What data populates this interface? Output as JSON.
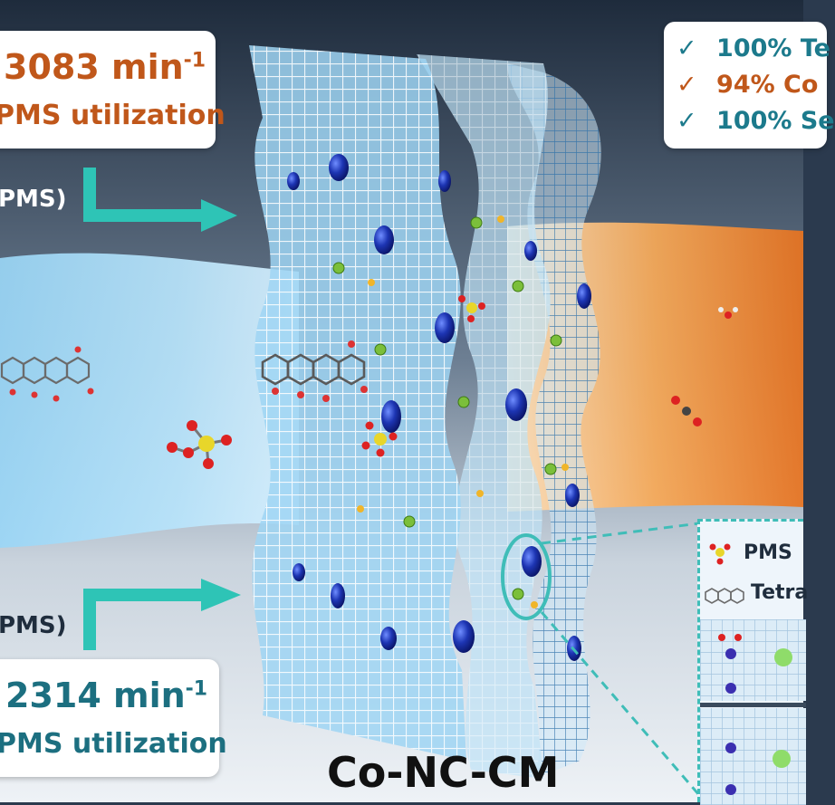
{
  "top_left_card": {
    "rate": "3083 min",
    "rate_exp": "-1",
    "subtitle": "PMS utilization"
  },
  "bottom_left_card": {
    "rate": "2314 min",
    "rate_exp": "-1",
    "subtitle": "PMS utilization"
  },
  "top_side_label": "PMS)",
  "bottom_side_label": "PMS)",
  "checklist": [
    {
      "mark": "✓",
      "text": "100% Te",
      "color": "#1c7a8c",
      "mark_color": "#1c7a8c"
    },
    {
      "mark": "✓",
      "text": "94%  Co",
      "color": "#c0571a",
      "mark_color": "#c0571a"
    },
    {
      "mark": "✓",
      "text": "100% Se",
      "color": "#1c7a8c",
      "mark_color": "#1c7a8c"
    }
  ],
  "membrane_label": "Co-NC-CM",
  "inset_legend": [
    {
      "text": "PMS"
    },
    {
      "text": "Tetra"
    }
  ],
  "colors": {
    "orange_text": "#c0571a",
    "teal_arrow": "#2ec4b6",
    "cobalt": "#1b2f9e",
    "membrane": "#8fd0f2",
    "flow_blue": "#7fc6ee",
    "flow_orange": "#f29a4a"
  }
}
